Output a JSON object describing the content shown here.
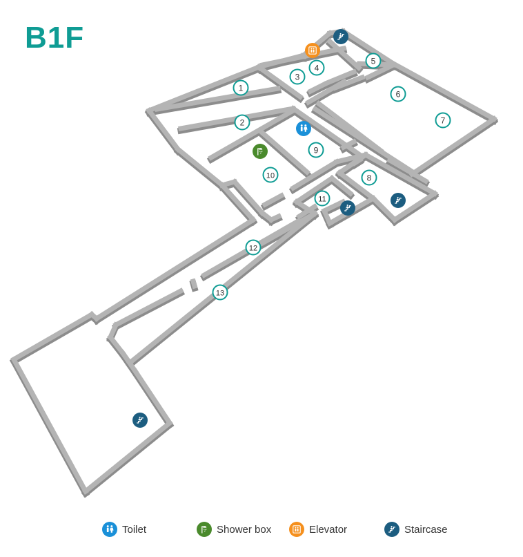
{
  "floor_label": "B1F",
  "rooms": [
    {
      "number": "1"
    },
    {
      "number": "2"
    },
    {
      "number": "3"
    },
    {
      "number": "4"
    },
    {
      "number": "5"
    },
    {
      "number": "6"
    },
    {
      "number": "7"
    },
    {
      "number": "8"
    },
    {
      "number": "9"
    },
    {
      "number": "10"
    },
    {
      "number": "11"
    },
    {
      "number": "12"
    },
    {
      "number": "13"
    }
  ],
  "legend": [
    {
      "label": "Toilet",
      "icon": "toilet-icon",
      "color": "#1a90d8"
    },
    {
      "label": "Shower box",
      "icon": "shower-icon",
      "color": "#4a8a2c"
    },
    {
      "label": "Elevator",
      "icon": "elevator-icon",
      "color": "#f5901e"
    },
    {
      "label": "Staircase",
      "icon": "staircase-icon",
      "color": "#1c5d80"
    }
  ],
  "colors": {
    "room_marker": "#0f9c94",
    "wall_top": "#b4b4b4",
    "wall_side": "#8c8c8c",
    "title": "#0f9c94"
  }
}
